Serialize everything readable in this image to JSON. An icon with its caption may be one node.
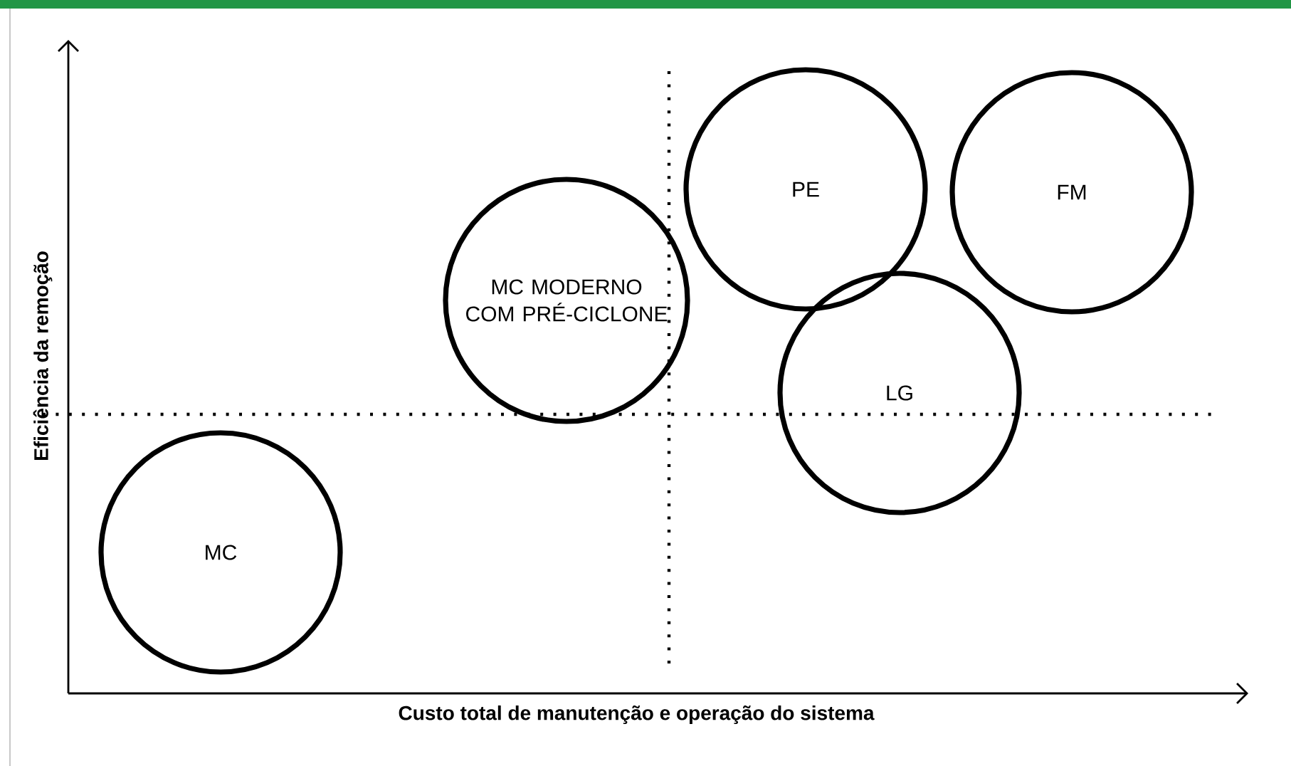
{
  "diagram": {
    "nodes": [
      {
        "text": [
          "PE"
        ]
      },
      {
        "text": [
          "FM"
        ]
      },
      {
        "text": [
          "MC MODERNO COM PRÉ-CICLONE"
        ]
      },
      {
        "text": [
          "LG"
        ]
      },
      {
        "text": [
          "MC"
        ]
      }
    ],
    "labels": [
      "Eficiência da remoção",
      "Custo total de manutenção e operação do sistema"
    ]
  }
}
